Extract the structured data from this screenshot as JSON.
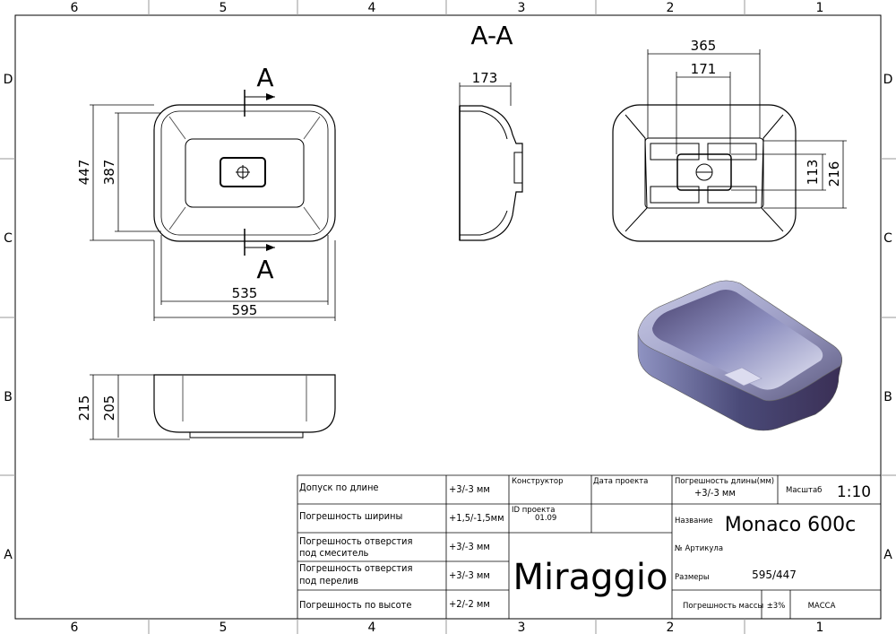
{
  "section_title": "A-A",
  "section_marks": [
    "A",
    "A"
  ],
  "grid": {
    "columns": [
      "6",
      "5",
      "4",
      "3",
      "2",
      "1"
    ],
    "rows": [
      "D",
      "C",
      "B",
      "A"
    ]
  },
  "dimensions": {
    "top_view": {
      "outer_depth": "447",
      "inner_depth": "387",
      "inner_width": "535",
      "outer_width": "595"
    },
    "front_view": {
      "outer_height": "215",
      "inner_height": "205"
    },
    "section_view": {
      "width": "173"
    },
    "bottom_view": {
      "width": "365",
      "mount_width": "171",
      "mount_height": "113",
      "outer_height": "216"
    }
  },
  "title_block": {
    "tolerances": [
      {
        "label": "Допуск по длине",
        "value": "+3/-3 мм"
      },
      {
        "label": "Погрешность ширины",
        "value": "+1,5/-1,5мм"
      },
      {
        "label_line1": "Погрешность отверстия",
        "label_line2": "под смеситель",
        "value": "+3/-3 мм"
      },
      {
        "label_line1": "Погрешность отверстия",
        "label_line2": "под перелив",
        "value": "+3/-3 мм"
      },
      {
        "label": "Погрешность по высоте",
        "value": "+2/-2 мм"
      }
    ],
    "designer_label": "Конструктор",
    "project_date_label": "Дата проекта",
    "project_id_label": "ID проекта",
    "project_id_value": "01.09",
    "brand": "Miraggio",
    "length_tol_label": "Погрешность длины(мм)",
    "length_tol_value": "+3/-3 мм",
    "scale_label": "Масштаб",
    "scale_value": "1:10",
    "name_label": "Название",
    "name_value": "Monaco 600c",
    "article_label": "№ Артикула",
    "size_label": "Размеры",
    "size_value": "595/447",
    "mass_tol_label": "Погрешность массы",
    "mass_tol_value": "±3%",
    "mass_label": "МАССА"
  }
}
